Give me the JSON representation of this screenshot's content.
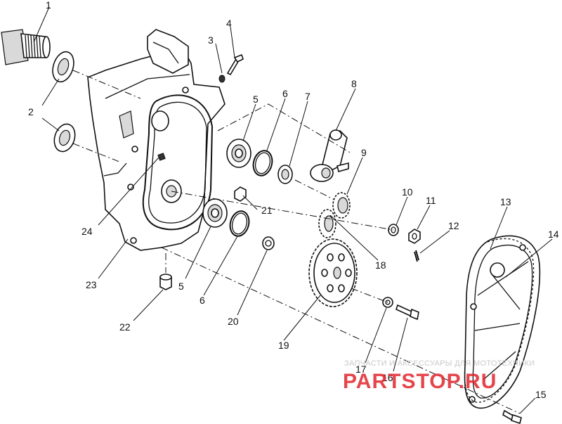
{
  "callouts": {
    "c1": "1",
    "c2": "2",
    "c3": "3",
    "c4": "4",
    "c5a": "5",
    "c5b": "5",
    "c6a": "6",
    "c6b": "6",
    "c7": "7",
    "c8": "8",
    "c9": "9",
    "c10": "10",
    "c11": "11",
    "c12": "12",
    "c13": "13",
    "c14": "14",
    "c15": "15",
    "c16": "16",
    "c17": "17",
    "c18": "18",
    "c19": "19",
    "c20": "20",
    "c21": "21",
    "c22": "22",
    "c23": "23",
    "c24": "24"
  },
  "watermark": {
    "top": "ЗАПЧАСТИ И АКСЕССУАРЫ ДЛЯ МОТОТЕХНИКИ",
    "brand": "PARTSTOP.RU"
  }
}
